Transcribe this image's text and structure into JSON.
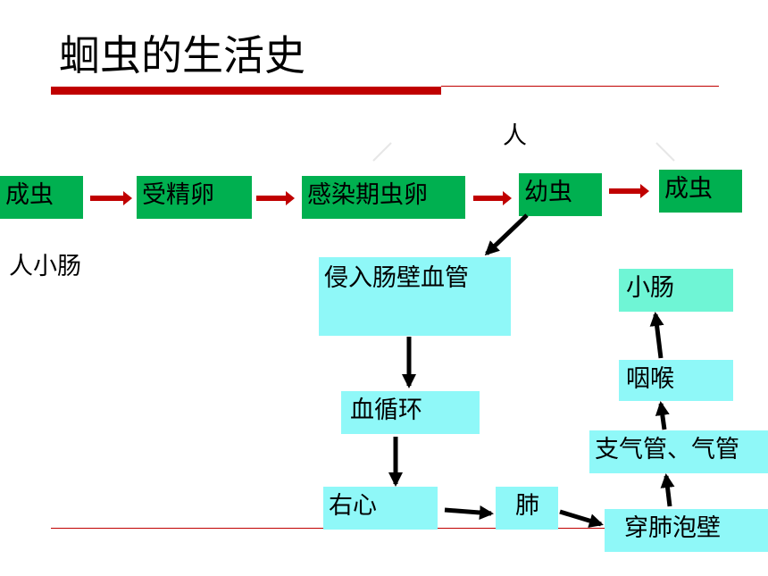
{
  "title": "蛔虫的生活史",
  "labels": {
    "human": "人",
    "human_small_intestine": "人小肠"
  },
  "top_row": [
    "成虫",
    "受精卵",
    "感染期虫卵",
    "幼虫",
    "成虫"
  ],
  "cycle": {
    "invade": "侵入肠壁血管",
    "circulation": "血循环",
    "right_heart": "右心",
    "lung": "肺",
    "through_alveoli": "穿肺泡壁",
    "bronchi_trachea": "支气管、气管",
    "pharynx": "咽喉",
    "small_intestine": "小肠"
  },
  "colors": {
    "accent_red": "#c00000",
    "green": "#00b050",
    "cyan": "#8ff8f8",
    "mint": "#6ff5d5"
  }
}
